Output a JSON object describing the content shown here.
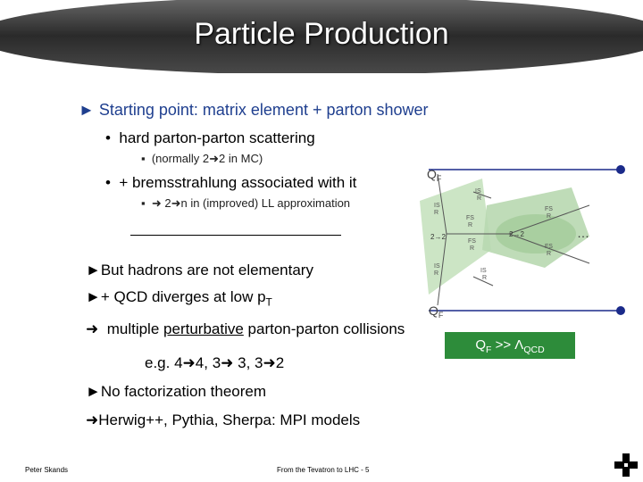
{
  "slide": {
    "title": "Particle Production",
    "bullet1": "Starting point: matrix element + parton shower",
    "sub1": "hard parton-parton scattering",
    "sub1_note_pre": "(normally 2",
    "sub1_note_post": "2 in MC)",
    "sub2": "+ bremsstrahlung associated with it",
    "sub2_note_pre": "2",
    "sub2_note_post": "n in (improved) LL approximation",
    "but_hadrons": "But hadrons are not elementary",
    "qcd_pre": "+ QCD diverges at low p",
    "qcd_sub": "T",
    "multiple_pre": "multiple",
    "multiple_underlined": "perturbative",
    "multiple_post": "parton-parton collisions",
    "eg_text": "e.g. 4",
    "eg_a": "4, 3",
    "eg_b": "3, 3",
    "eg_c": "2",
    "no_fact": "No factorization theorem",
    "mpi_models": "Herwig++, Pythia, Sherpa: MPI models"
  },
  "diagram": {
    "qf_top": "Q",
    "qf_top_sub": "F",
    "qf_bottom": "Q",
    "qf_bottom_sub": "F",
    "isr_label": [
      "IS",
      "R"
    ],
    "fsr_label": [
      "FS",
      "R"
    ],
    "hard_label": "2→2",
    "ellipsis": "…"
  },
  "relation": {
    "lhs": "Q",
    "lhs_sub": "F",
    "op": ">>",
    "rhs": "Λ",
    "rhs_sub": "QCD"
  },
  "footer": {
    "author": "Peter Skands",
    "center": "From the Tevatron to LHC - 5"
  },
  "colors": {
    "bullet_blue": "#1f3f8f",
    "accent_green": "#2d8c3a",
    "blob_green": "#b8d8b0",
    "particle_navy": "#1a2a8a"
  }
}
